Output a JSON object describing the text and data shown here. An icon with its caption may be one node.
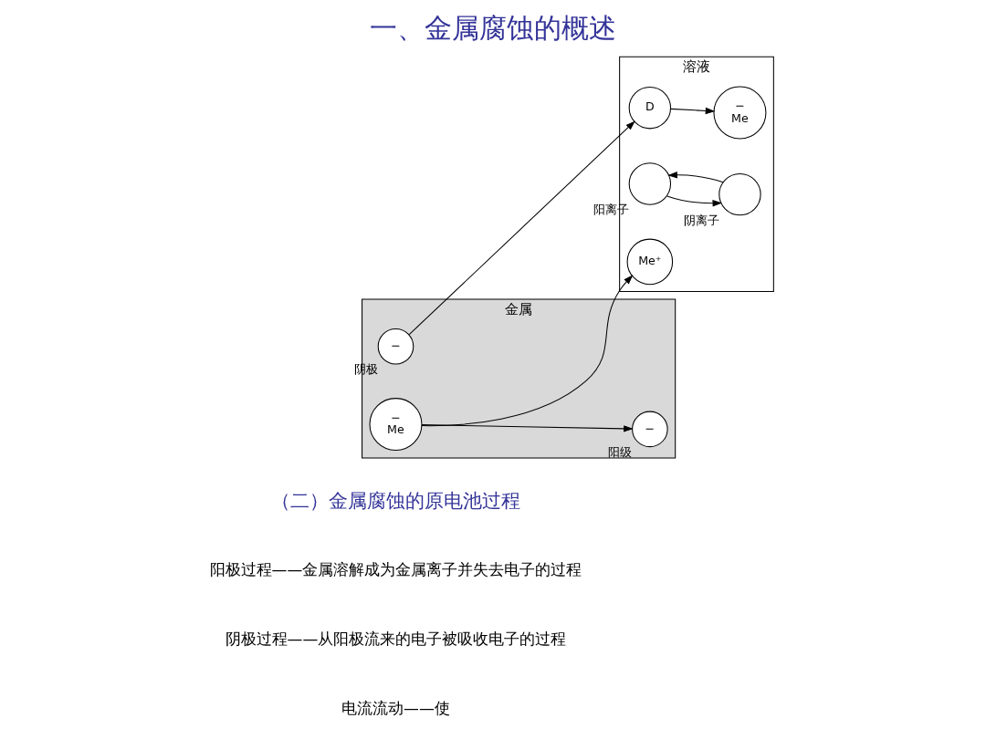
{
  "diagram": {
    "title": "一、金属腐蚀的概述",
    "nodes": [
      {
        "text": [
          "金属"
        ]
      },
      {
        "text": [
          "溶液"
        ]
      },
      {
        "text": [
          "−"
        ],
        "in": 0,
        "beside": [
          "阳级"
        ]
      },
      {
        "text": [
          "−",
          "Me"
        ],
        "in": 0
      },
      {
        "text": [
          "Me⁺"
        ],
        "in": 1
      },
      {
        "text": [],
        "shape": "circle",
        "in": 1,
        "beside": [
          "阳离子"
        ]
      },
      {
        "text": [
          "−"
        ],
        "in": 0,
        "beside": [
          "阴极"
        ]
      },
      {
        "text": [
          "D"
        ],
        "in": 1
      },
      {
        "text": [
          "−",
          "Me"
        ],
        "in": 1
      },
      {
        "text": [],
        "shape": "circle",
        "in": 1,
        "beside": [
          "阴离子"
        ]
      }
    ],
    "edges": [
      {
        "from": 3,
        "to": 2,
        "arrow": "to"
      },
      {
        "from": 3,
        "to": 4,
        "arrow": "to"
      },
      {
        "from": 9,
        "to": 5,
        "arrow": "to"
      },
      {
        "from": 5,
        "to": 9,
        "arrow": "to"
      },
      {
        "from": 6,
        "to": 7,
        "arrow": "to"
      },
      {
        "from": 7,
        "to": 8,
        "arrow": "to"
      }
    ],
    "labels": [
      "（二）金属腐蚀的原电池过程",
      "阳极过程——金属溶解成为金属离子并失去电子的过程",
      "阴极过程——从阳极流来的电子被吸收电子的过程",
      "电流流动——使"
    ]
  }
}
